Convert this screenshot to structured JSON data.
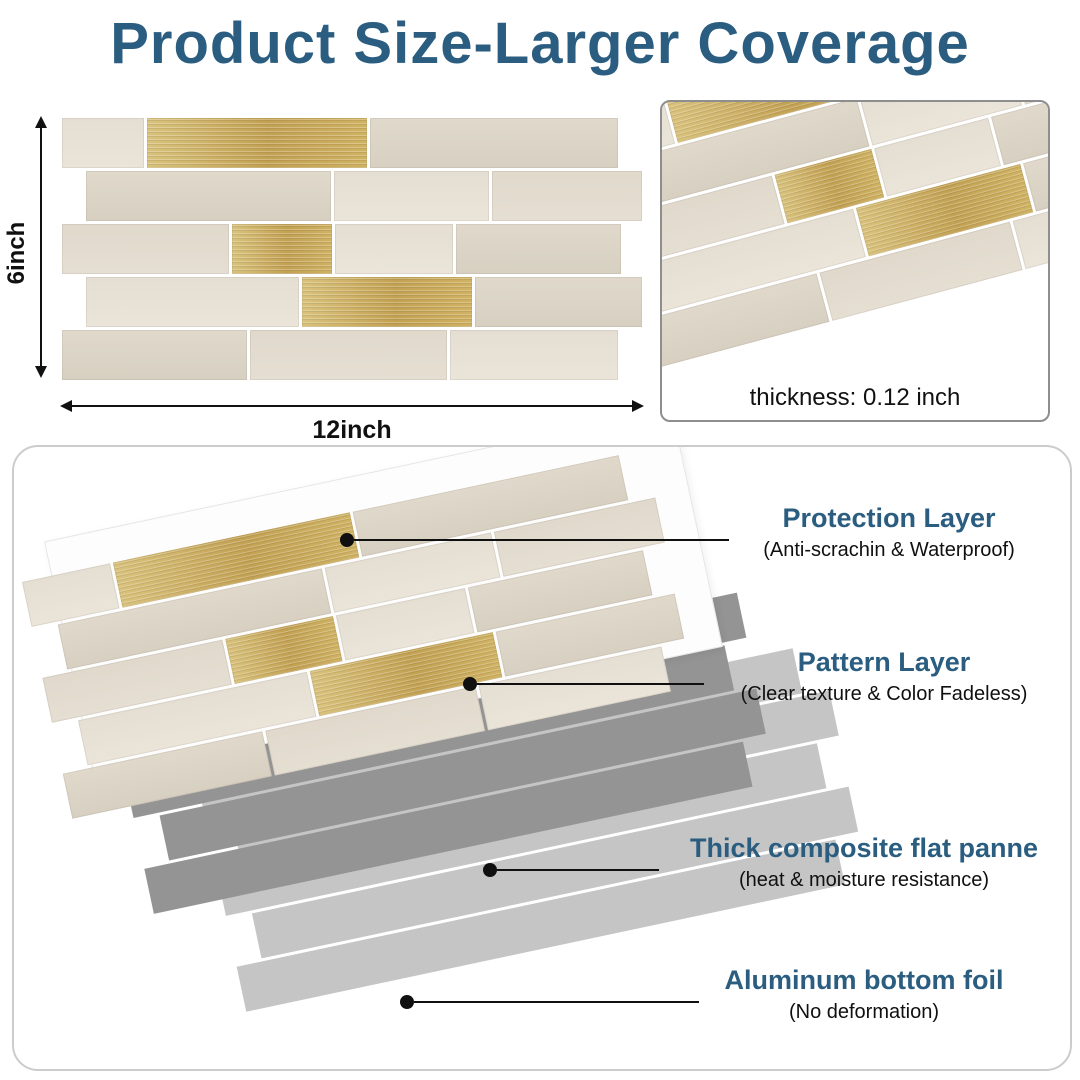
{
  "title": "Product Size-Larger Coverage",
  "colors": {
    "accent": "#2a5d80",
    "tile_beige": "#e2dbcd",
    "tile_gold": "#c8a95a",
    "composite_gray": "#949494",
    "foil_gray": "#c5c5c5"
  },
  "size_diagram": {
    "height_label": "6inch",
    "width_label": "12inch"
  },
  "thickness_box": {
    "label": "thickness: 0.12 inch"
  },
  "layers": [
    {
      "title": "Protection Layer",
      "subtitle": "(Anti-scrachin & Waterproof)"
    },
    {
      "title": "Pattern Layer",
      "subtitle": "(Clear texture & Color Fadeless)"
    },
    {
      "title": "Thick composite flat panne",
      "subtitle": "(heat & moisture resistance)"
    },
    {
      "title": "Aluminum bottom foil",
      "subtitle": "(No deformation)"
    }
  ]
}
